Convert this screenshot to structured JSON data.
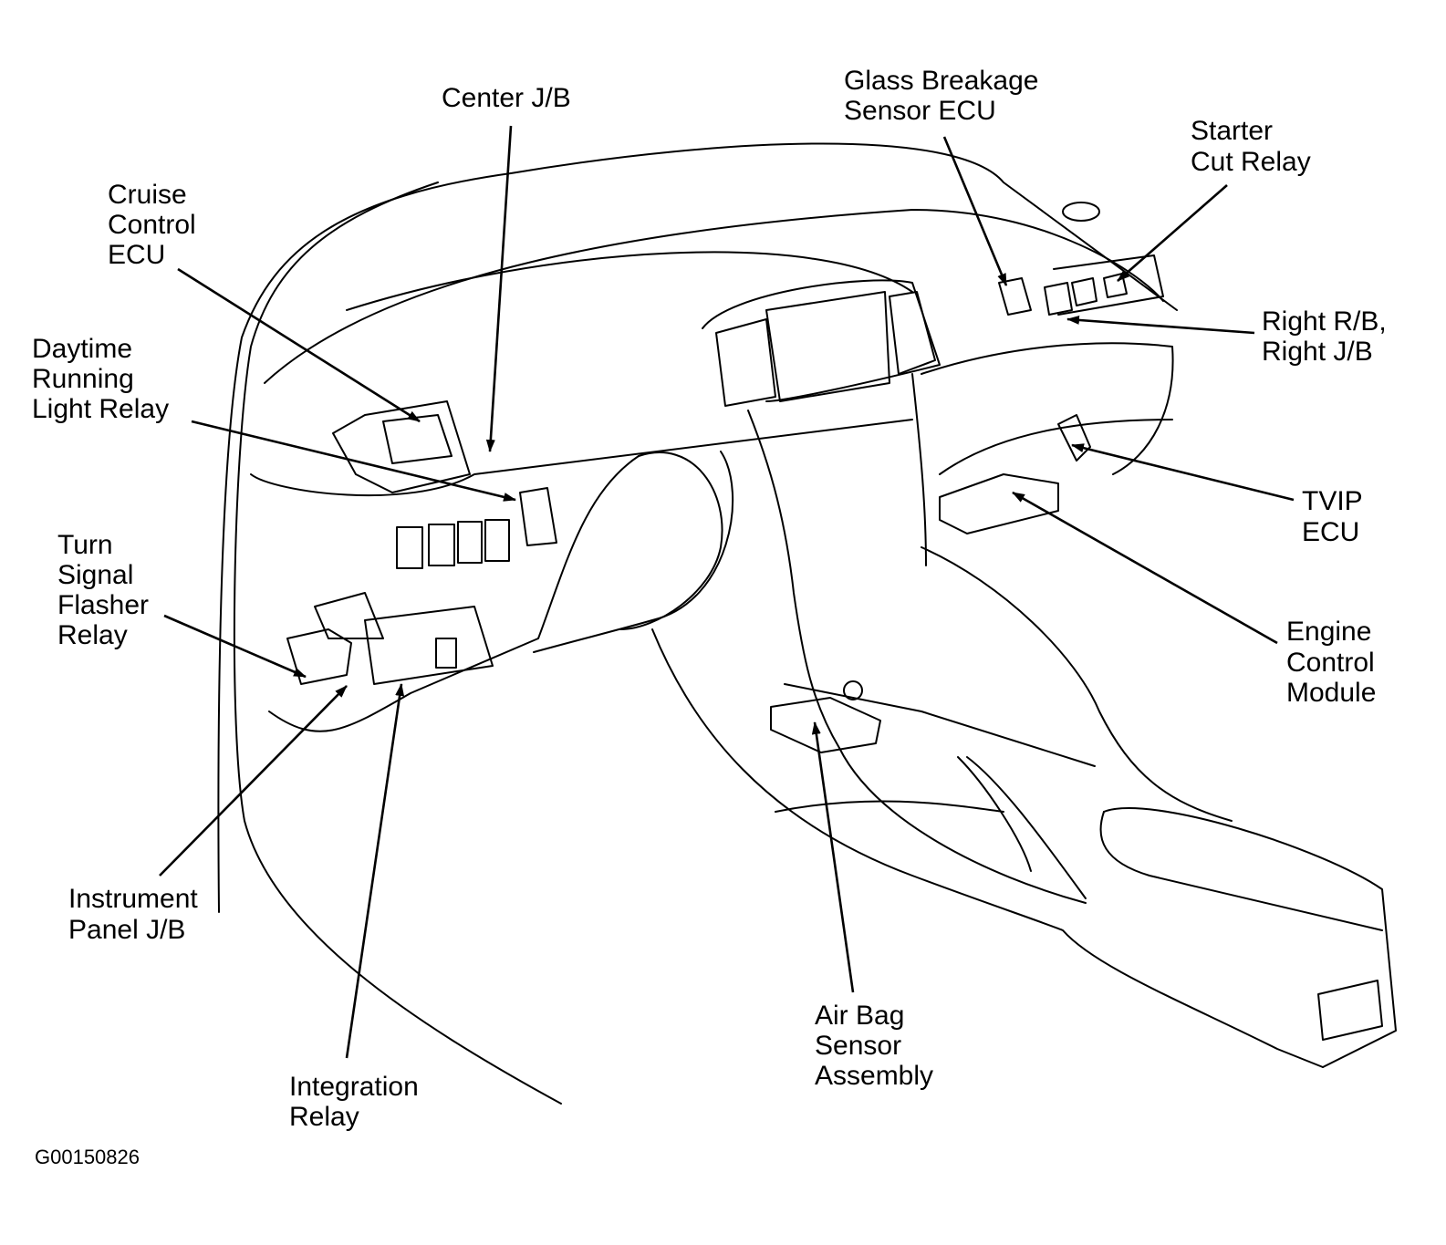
{
  "labels": {
    "center_jb": [
      "Center J/B"
    ],
    "glass_breakage": [
      "Glass Breakage",
      "Sensor ECU"
    ],
    "starter_cut": [
      "Starter",
      "Cut Relay"
    ],
    "cruise_control": [
      "Cruise",
      "Control",
      "ECU"
    ],
    "daytime_running": [
      "Daytime",
      "Running",
      "Light Relay"
    ],
    "right_rb": [
      "Right R/B,",
      "Right J/B"
    ],
    "tvip": [
      "TVIP",
      "ECU"
    ],
    "turn_signal": [
      "Turn",
      "Signal",
      "Flasher",
      "Relay"
    ],
    "engine_control": [
      "Engine",
      "Control",
      "Module"
    ],
    "instrument_panel": [
      "Instrument",
      "Panel J/B"
    ],
    "air_bag": [
      "Air Bag",
      "Sensor",
      "Assembly"
    ],
    "integration_relay": [
      "Integration",
      "Relay"
    ]
  },
  "figure_id": "G00150826"
}
